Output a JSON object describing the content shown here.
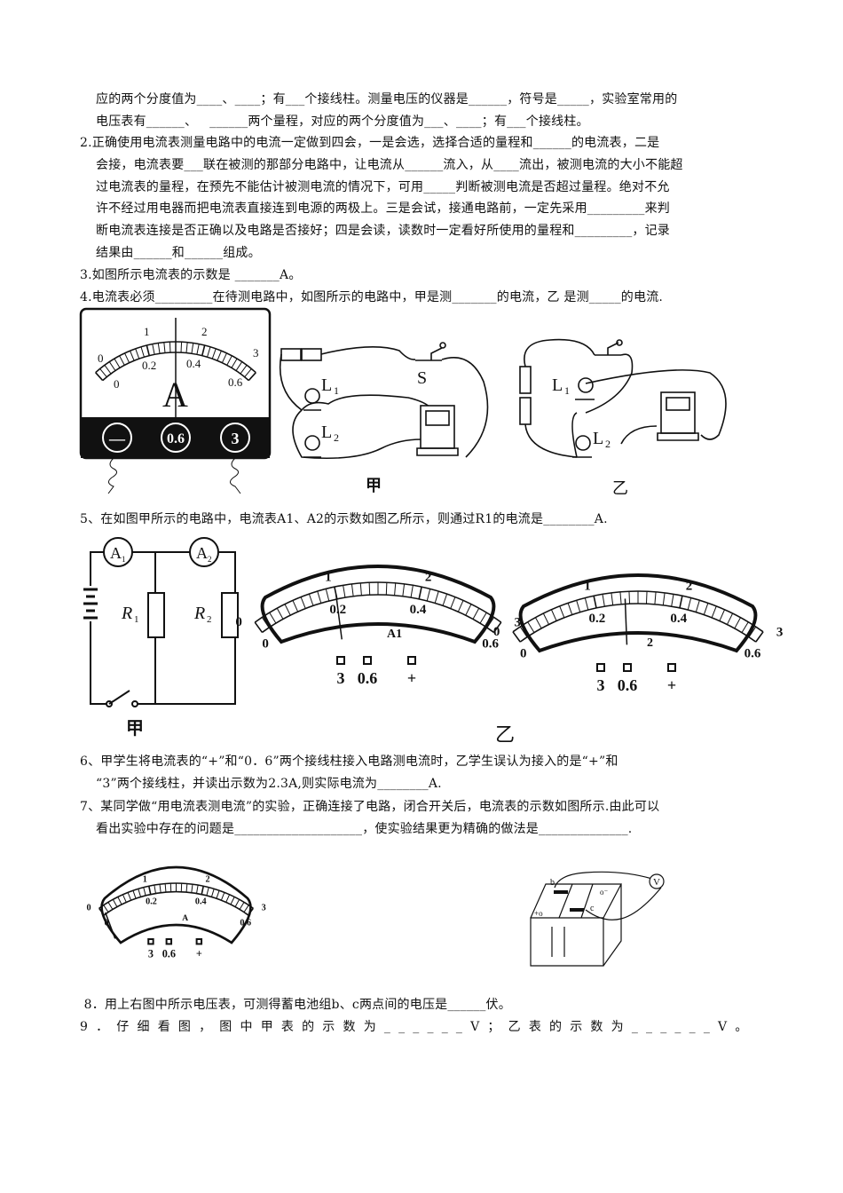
{
  "text": {
    "l1": "应的两个分度值为____、____；有___个接线柱。测量电压的仪器是______，符号是_____，实验室常用的",
    "l2": "电压表有______、   ______两个量程，对应的两个分度值为___、____；有___个接线柱。",
    "q2a": "2.正确使用电流表测量电路中的电流一定做到四会，一是会选，选择合适的量程和______的电流表，二是",
    "q2b": "会接，电流表要___联在被测的那部分电路中，让电流从______流入，从____流出，被测电流的大小不能超",
    "q2c": "过电流表的量程，在预先不能估计被测电流的情况下，可用_____判断被测电流是否超过量程。绝对不允",
    "q2d": "许不经过用电器而把电流表直接连到电源的两极上。三是会试，接通电路前，一定先采用_________来判",
    "q2e": "断电流表连接是否正确以及电路是否接好；四是会读，读数时一定看好所使用的量程和_________，记录",
    "q2f": "结果由______和______组成。",
    "q3": "3.如图所示电流表的示数是 _______A。",
    "q4": "4.电流表必须_________在待测电路中，如图所示的电路中，甲是测_______的电流，乙 是测_____的电流.",
    "q5": "5、在如图甲所示的电路中，电流表A1、A2的示数如图乙所示，则通过R1的电流是________A.",
    "q6a": "6、甲学生将电流表的“+”和“0．6”两个接线柱接入电路测电流时，乙学生误认为接入的是“+”和",
    "q6b": "“3”两个接线柱，并读出示数为2.3A,则实际电流为________A.",
    "q7a": "7、某同学做“用电流表测电流”的实验，正确连接了电路，闭合开关后，电流表的示数如图所示.由此可以",
    "q7b": "看出实验中存在的问题是____________________，使实验结果更为精确的做法是______________.",
    "q8": " 8．用上右图中所示电压表，可测得蓄电池组b、c两点间的电压是______伏。",
    "q9": "9．仔细看图，图中甲表的示数为______V；乙表的示数为______V。"
  },
  "fig_ammeter": {
    "scale_top": [
      "0",
      "1",
      "2",
      "3"
    ],
    "scale_bottom": [
      "0",
      "0.2",
      "0.4",
      "0.6"
    ],
    "unit": "A",
    "terminals": [
      "—",
      "0.6",
      "3"
    ]
  },
  "fig_circuits": {
    "l1": "L",
    "l2": "L",
    "sub1": "1",
    "sub2": "2",
    "switch": "S",
    "caption_jia": "甲",
    "caption_yi": "乙"
  },
  "fig_q5": {
    "a1": "A",
    "a2": "A",
    "sub1": "1",
    "sub2": "2",
    "r1": "R",
    "r2": "R",
    "caption_jia": "甲",
    "caption_yi": "乙",
    "meter1_label": "A1",
    "meter2_label": "2",
    "terminals": [
      "3",
      "0.6",
      "+"
    ]
  },
  "fig_q7": {
    "unit": "A",
    "terminals": [
      "3",
      "0.6",
      "+"
    ],
    "b": "b",
    "c": "c",
    "v": "V",
    "plus": "+o",
    "minus": "o⁻"
  },
  "colors": {
    "ink": "#111111",
    "paper": "#ffffff"
  }
}
